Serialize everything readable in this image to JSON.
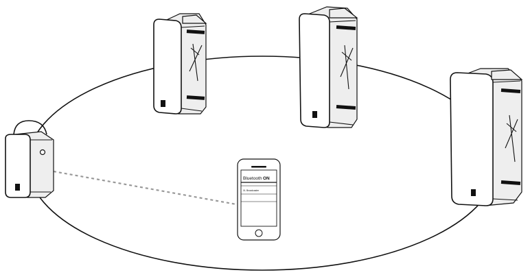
{
  "phone": {
    "setting_label": "Bluetooth",
    "setting_state": "ON",
    "device_entry": "XL Broadcaster"
  },
  "colors": {
    "line": "#111111",
    "connection": "#999999",
    "background": "#ffffff"
  },
  "icons": {
    "speaker": "tall-speaker-icon",
    "small_speaker": "compact-speaker-icon",
    "phone": "smartphone-icon"
  }
}
